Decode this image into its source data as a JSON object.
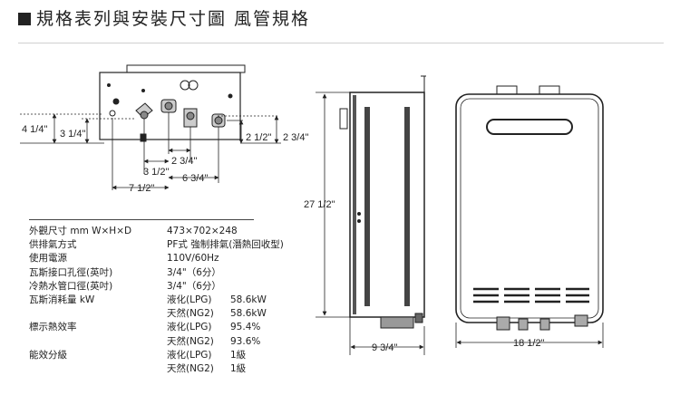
{
  "header": {
    "title": "規格表列與安裝尺寸圖 風管規格"
  },
  "dimensions": {
    "d_4_1_4": "4 1/4\"",
    "d_3_1_4": "3 1/4\"",
    "d_2_1_2": "2 1/2\"",
    "d_2_3_4a": "2 3/4\"",
    "d_2_3_4b": "2 3/4\"",
    "d_3_1_2": "3 1/2\"",
    "d_7_1_2": "7 1/2\"",
    "d_6_3_4": "6 3/4\"",
    "d_27_1_2": "27 1/2\"",
    "d_9_3_4": "9 3/4\"",
    "d_18_1_2": "18 1/2\""
  },
  "specs": [
    {
      "k": "外觀尺寸 mm W×H×D",
      "v": "473×702×248",
      "n": ""
    },
    {
      "k": "供排氣方式",
      "v": "PF式 強制排氣(潛熱回收型)",
      "n": ""
    },
    {
      "k": "使用電源",
      "v": "110V/60Hz",
      "n": ""
    },
    {
      "k": "瓦斯接口孔徑(英吋)",
      "v": "3/4\"（6分）",
      "n": ""
    },
    {
      "k": "冷熱水管口徑(英吋)",
      "v": "3/4\"（6分）",
      "n": ""
    },
    {
      "k": "瓦斯消耗量 kW",
      "v": "液化(LPG)",
      "n": "58.6kW"
    },
    {
      "k": "",
      "v": "天然(NG2)",
      "n": "58.6kW"
    },
    {
      "k": "標示熱效率",
      "v": "液化(LPG)",
      "n": "95.4%"
    },
    {
      "k": "",
      "v": "天然(NG2)",
      "n": "93.6%"
    },
    {
      "k": "能效分級",
      "v": "液化(LPG)",
      "n": "1級"
    },
    {
      "k": "",
      "v": "天然(NG2)",
      "n": "1級"
    }
  ]
}
